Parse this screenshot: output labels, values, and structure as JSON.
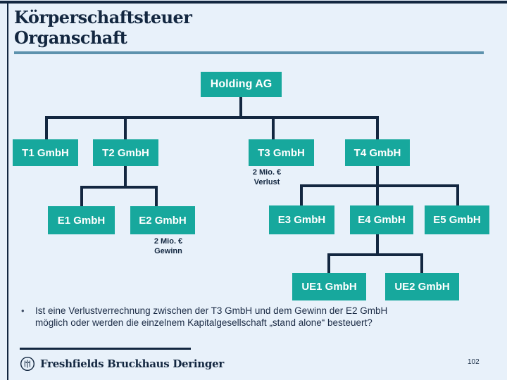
{
  "slide": {
    "title_line1": "Körperschaftsteuer",
    "title_line2": "Organschaft",
    "page_number": "102"
  },
  "colors": {
    "background": "#e8f1fa",
    "node_teal": "#17a89d",
    "dark_navy": "#132740",
    "title_underline_blue": "#5d92ad"
  },
  "org_chart": {
    "type": "tree",
    "nodes": {
      "holding": "Holding AG",
      "t1": "T1 GmbH",
      "t2": "T2 GmbH",
      "t3": "T3 GmbH",
      "t4": "T4 GmbH",
      "e1": "E1 GmbH",
      "e2": "E2 GmbH",
      "e3": "E3 GmbH",
      "e4": "E4 GmbH",
      "e5": "E5 GmbH",
      "ue1": "UE1 GmbH",
      "ue2": "UE2 GmbH"
    },
    "edges": [
      [
        "holding",
        "t1"
      ],
      [
        "holding",
        "t2"
      ],
      [
        "holding",
        "t3"
      ],
      [
        "holding",
        "t4"
      ],
      [
        "t2",
        "e1"
      ],
      [
        "t2",
        "e2"
      ],
      [
        "t4",
        "e3"
      ],
      [
        "t4",
        "e4"
      ],
      [
        "t4",
        "e5"
      ],
      [
        "e4",
        "ue1"
      ],
      [
        "e4",
        "ue2"
      ]
    ],
    "annotations": {
      "t3_note_line1": "2 Mio. €",
      "t3_note_line2": "Verlust",
      "e2_note_line1": "2 Mio. €",
      "e2_note_line2": "Gewinn"
    }
  },
  "bullet": {
    "marker": "•",
    "line1": "Ist eine Verlustverrechnung zwischen der T3 GmbH und dem Gewinn der E2 GmbH",
    "line2": "möglich oder werden die einzelnem Kapitalgesellschaft „stand alone“ besteuert?"
  },
  "footer": {
    "logo_text": "Freshfields Bruckhaus Deringer"
  }
}
